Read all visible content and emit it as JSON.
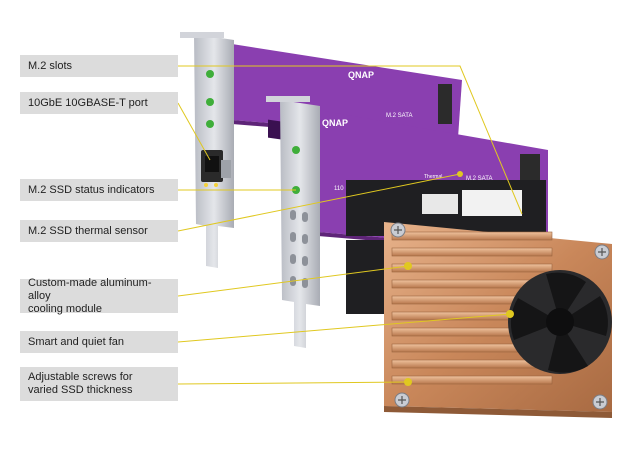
{
  "labels": [
    {
      "id": "m2-slots",
      "text": "M.2 slots"
    },
    {
      "id": "port",
      "text": "10GbE 10GBASE-T port"
    },
    {
      "id": "status",
      "text": "M.2 SSD status indicators"
    },
    {
      "id": "thermal",
      "text": "M.2 SSD thermal sensor"
    },
    {
      "id": "cooling",
      "text": "Custom-made aluminum-alloy\ncooling module"
    },
    {
      "id": "fan",
      "text": "Smart and quiet fan"
    },
    {
      "id": "screws",
      "text": "Adjustable screws for\nvaried SSD thickness"
    }
  ],
  "board": {
    "brand_back": "QNAP",
    "brand_front": "QNAP",
    "slot_label_back": "M.2 SATA",
    "slot_label_front": "M.2 SATA",
    "slot_size_top": "110",
    "slot_size_bottom": "110",
    "thermal_text": "Thermal"
  },
  "colors": {
    "pcb_purple": "#8a3fb0",
    "pcb_dark": "#6a2a8e",
    "bracket": "#c9ccd3",
    "heatsink": "#c98a5e",
    "callout_line": "#e0c820",
    "label_bg": "#dcdcdc"
  },
  "icons": [
    "fan-icon",
    "screw-icon",
    "led-icon",
    "rj45-port-icon"
  ]
}
